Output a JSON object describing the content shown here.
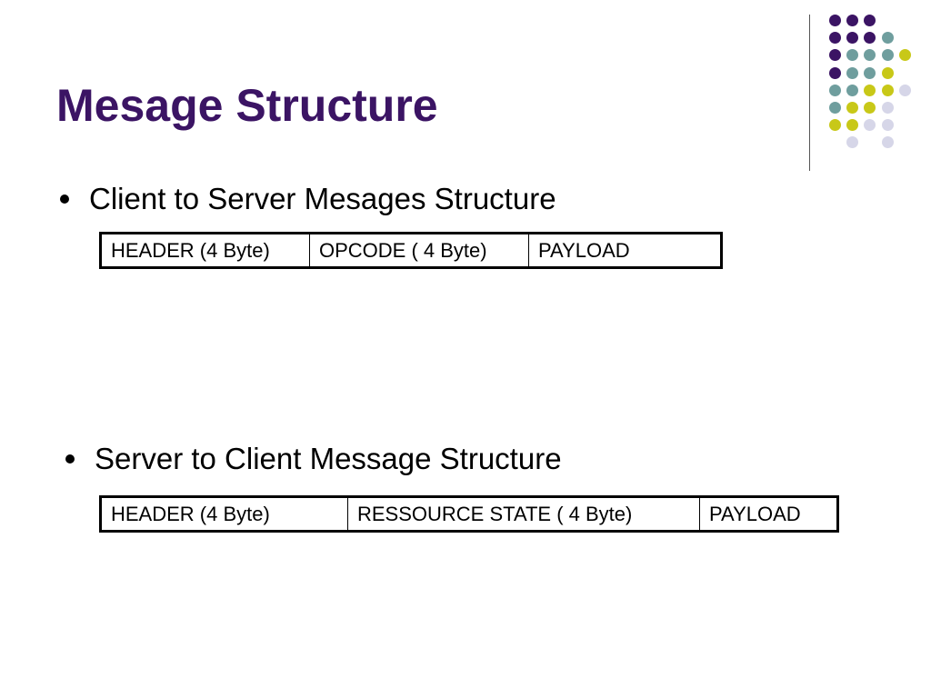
{
  "title": "Mesage Structure",
  "colors": {
    "title": "#3b1464",
    "dot_purple": "#3b1464",
    "dot_teal": "#6f9e9e",
    "dot_yellow": "#c8c818",
    "dot_lavender": "#d6d6e8"
  },
  "sections": [
    {
      "bullet": "Client to Server Mesages Structure",
      "fields": [
        "HEADER (4 Byte)",
        "OPCODE ( 4 Byte)",
        "PAYLOAD"
      ]
    },
    {
      "bullet": "Server to Client Message Structure",
      "fields": [
        "HEADER (4 Byte)",
        "RESSOURCE STATE ( 4 Byte)",
        "PAYLOAD"
      ]
    }
  ]
}
